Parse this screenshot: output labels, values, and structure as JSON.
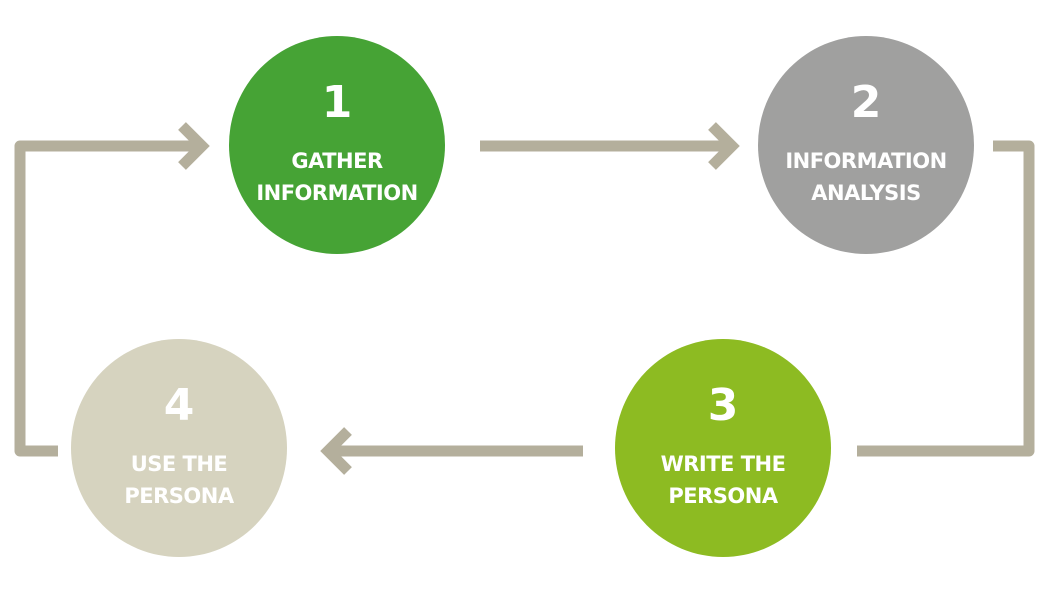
{
  "colors": {
    "connector": "#b4af9c",
    "step_1": "#46a335",
    "step_2": "#a0a09f",
    "step_3": "#8dbb22",
    "step_4": "#d6d3bf"
  },
  "steps": [
    {
      "number": "1",
      "label": "GATHER\nINFORMATION"
    },
    {
      "number": "2",
      "label": "INFORMATION\nANALYSIS"
    },
    {
      "number": "3",
      "label": "WRITE THE\nPERSONA"
    },
    {
      "number": "4",
      "label": "USE THE\nPERSONA"
    }
  ]
}
